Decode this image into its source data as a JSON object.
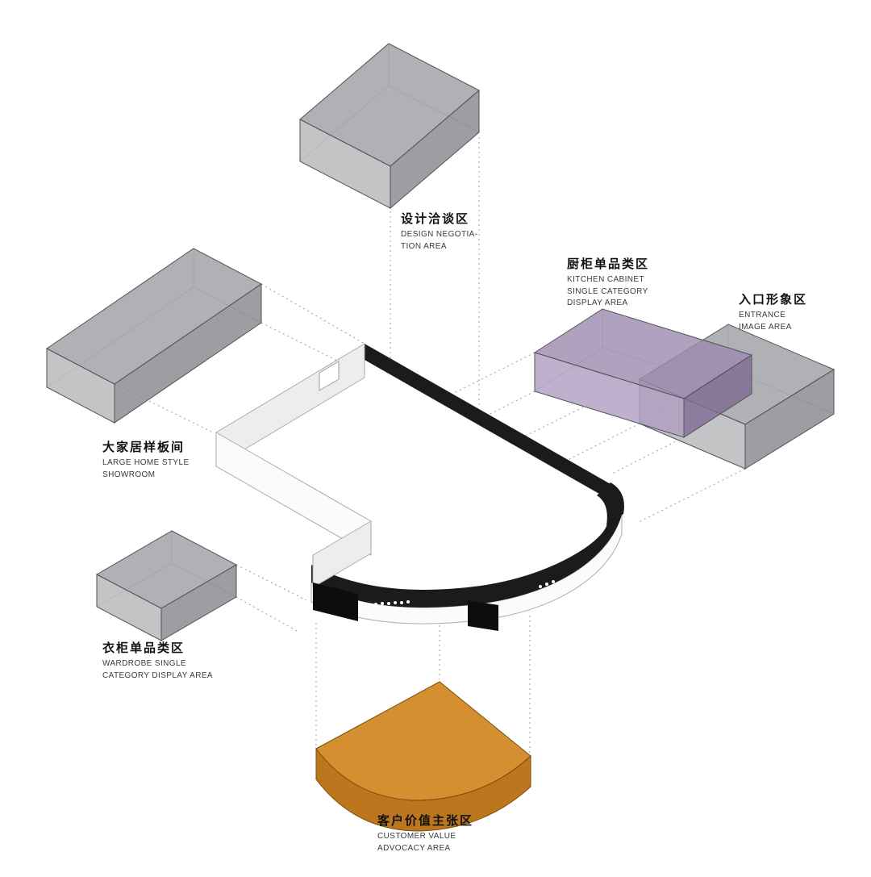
{
  "zones": {
    "design": {
      "zh": "设计洽谈区",
      "en": [
        "DESIGN NEGOTIA-",
        "TION AREA"
      ]
    },
    "kitchen": {
      "zh": "厨柜单品类区",
      "en": [
        "KITCHEN CABINET",
        "SINGLE CATEGORY",
        "DISPLAY AREA"
      ]
    },
    "entrance": {
      "zh": "入口形象区",
      "en": [
        "ENTRANCE",
        "IMAGE AREA"
      ]
    },
    "largeHome": {
      "zh": "大家居样板间",
      "en": [
        "LARGE HOME STYLE",
        "SHOWROOM"
      ]
    },
    "wardrobe": {
      "zh": "衣柜单品类区",
      "en": [
        "WARDROBE SINGLE",
        "CATEGORY DISPLAY AREA"
      ]
    },
    "customer": {
      "zh": "客户价值主张区",
      "en": [
        "CUSTOMER VALUE",
        "ADVOCACY AREA"
      ]
    }
  },
  "colors": {
    "gray_top": "#9C9DA1",
    "gray_left": "#B4B5B8",
    "gray_right": "#85868A",
    "purple_top": "#9C89AF",
    "purple_left": "#AF9EC0",
    "purple_right": "#7E6B93",
    "orange_top": "#D28A25",
    "orange_front": "#B86F12",
    "wall_dark": "#1B1B1D",
    "wall_light": "#EDEDEF",
    "wall_white": "#FBFBFC",
    "leader": "#9C9C9C"
  }
}
